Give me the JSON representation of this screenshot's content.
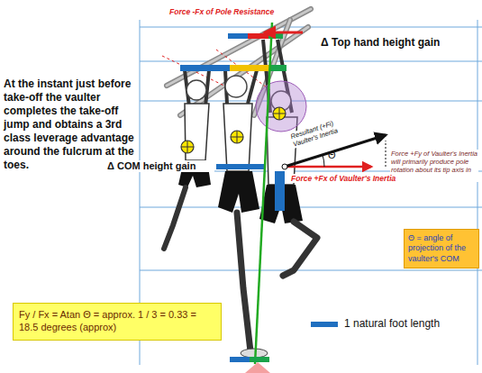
{
  "diagram": {
    "nodes": [
      {
        "text": [
          "Θ = angle of projection of the vaulter's COM"
        ]
      },
      {
        "text": [
          "Fy / Fx = Atan Θ = approx. 1 / 3 = 0.33 = 18.5 degrees (approx)"
        ]
      }
    ],
    "labels": [
      "Force -Fx of Pole Resistance",
      "Δ Top hand height gain",
      "At the instant just before take-off the vaulter completes the take-off jump and obtains a 3rd class leverage advantage around the fulcrum at the toes.",
      "Δ COM height gain",
      "Resultant (+Fi) Vaulter's Inertia",
      "Force +Fy of Vaulter's Inertia will primarily produce pole rotation about its tip axis in the box.",
      "Θ",
      "Force +Fx of Vaulter's Inertia",
      "1 natural foot length"
    ]
  }
}
